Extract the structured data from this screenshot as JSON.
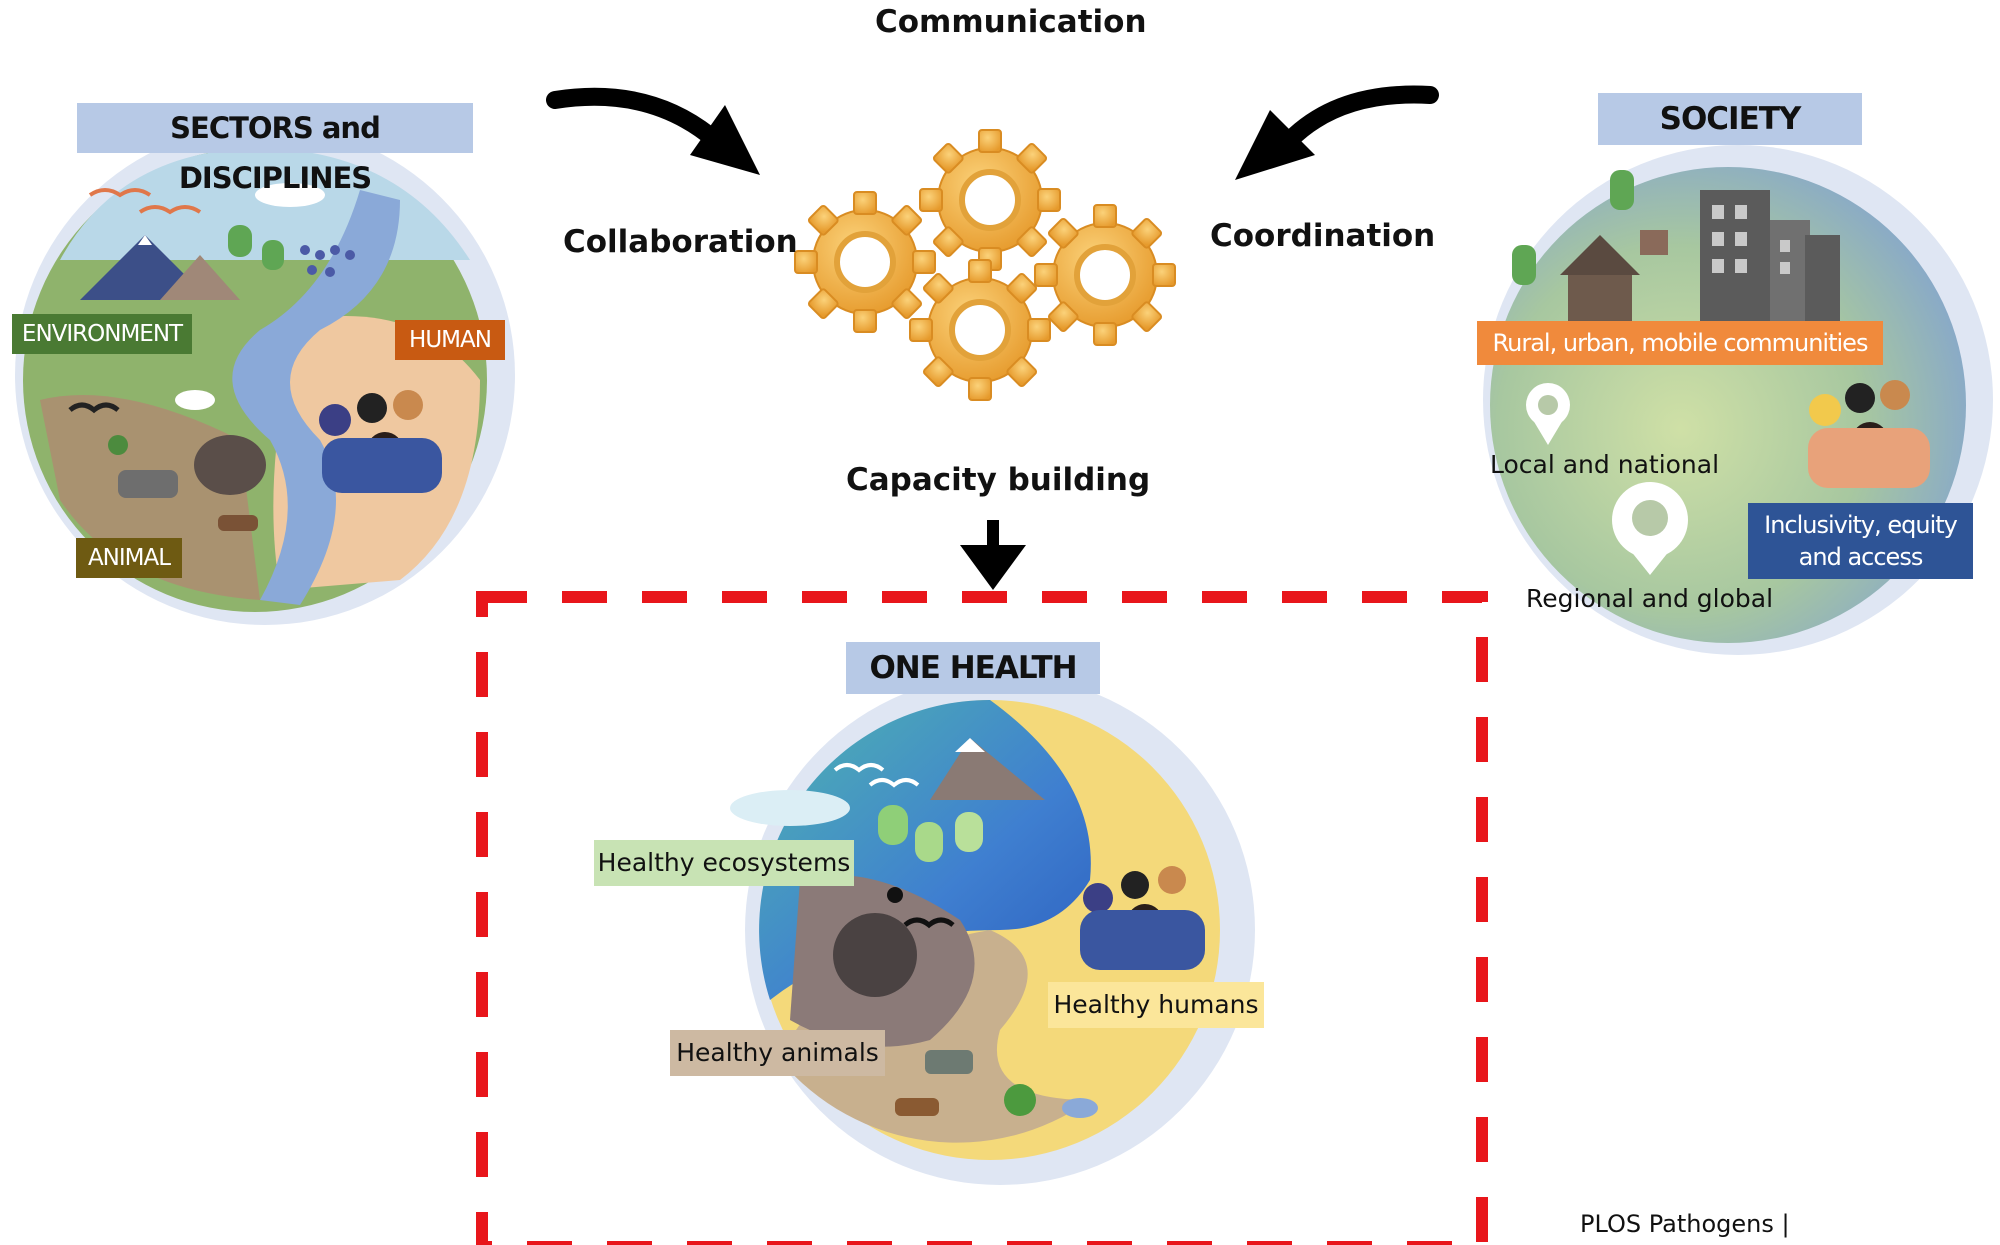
{
  "center": {
    "communication": "Communication",
    "collaboration": "Collaboration",
    "coordination": "Coordination",
    "capacity_building": "Capacity building"
  },
  "sectors": {
    "title": "SECTORS and DISCIPLINES",
    "environment": "ENVIRONMENT",
    "human": "HUMAN",
    "animal": "ANIMAL"
  },
  "society": {
    "title": "SOCIETY",
    "communities": "Rural, urban, mobile communities",
    "local": "Local and national",
    "regional": "Regional and global",
    "inclusivity_line1": "Inclusivity, equity",
    "inclusivity_line2": "and access"
  },
  "one_health": {
    "title": "ONE HEALTH",
    "ecosystems": "Healthy ecosystems",
    "humans": "Healthy humans",
    "animals": "Healthy animals"
  },
  "footer": {
    "source": "PLOS Pathogens |"
  },
  "colors": {
    "title_bg": "#b7c9e6",
    "environment_tag": "#4a7a33",
    "human_tag": "#c85a12",
    "animal_tag": "#6e5a12",
    "communities_tag": "#f08a3c",
    "inclusivity_tag": "#2e5496",
    "gear": "#f0a93a",
    "dashed_border": "#e8161b"
  }
}
